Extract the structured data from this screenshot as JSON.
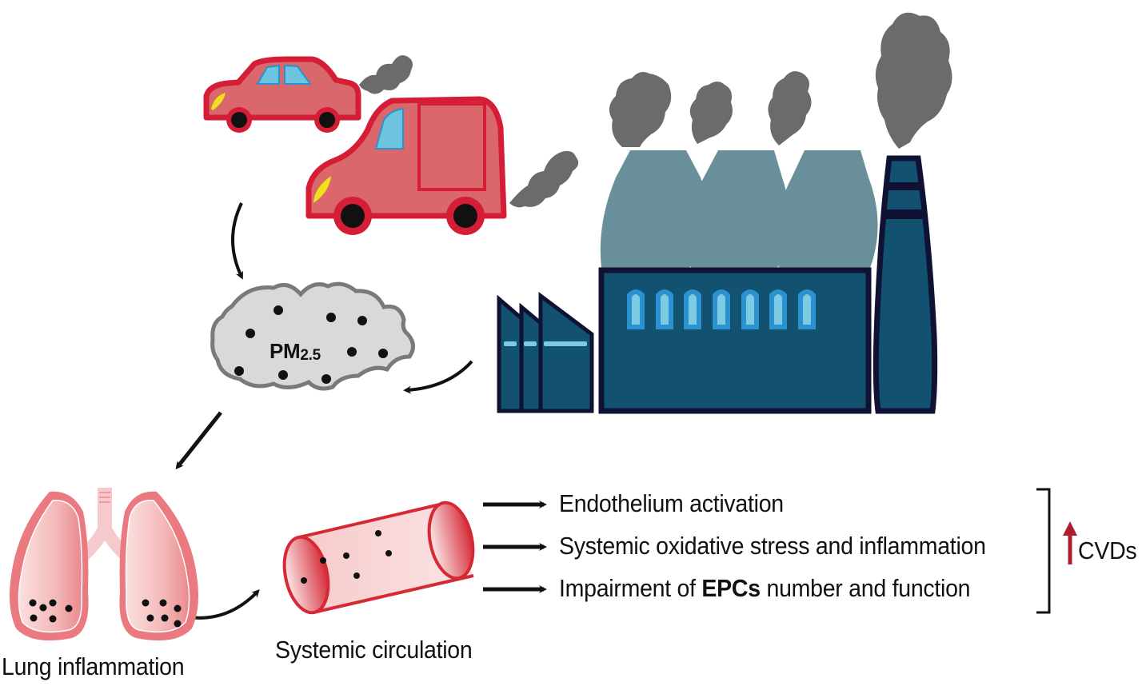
{
  "diagram": {
    "pollutant": {
      "main": "PM",
      "subscript": "2.5"
    },
    "sources": [
      {
        "name": "car",
        "type": "vehicle"
      },
      {
        "name": "van",
        "type": "vehicle"
      },
      {
        "name": "factory",
        "type": "industry"
      }
    ],
    "stages": {
      "lung": "Lung inflammation",
      "circulation": "Systemic circulation"
    },
    "effects": [
      {
        "text": "Endothelium activation"
      },
      {
        "text": "Systemic oxidative stress and inflammation"
      },
      {
        "prefix": "Impairment of ",
        "bold": "EPCs",
        "suffix": " number and function"
      }
    ],
    "outcome": {
      "arrow": "increase",
      "label": "CVDs"
    },
    "colors": {
      "vehicle_body": "#d9676b",
      "vehicle_outline": "#d51e35",
      "window": "#6cc4de",
      "smoke": "#6b6b6b",
      "tower": "#688f9a",
      "building": "#12516f",
      "building_outline": "#0f1233",
      "factory_window": "#7ccbe3",
      "cloud": "#d9d9d9",
      "lung": "#eb7a80",
      "vessel": "#d52936",
      "increase_arrow": "#b01e2e"
    }
  }
}
